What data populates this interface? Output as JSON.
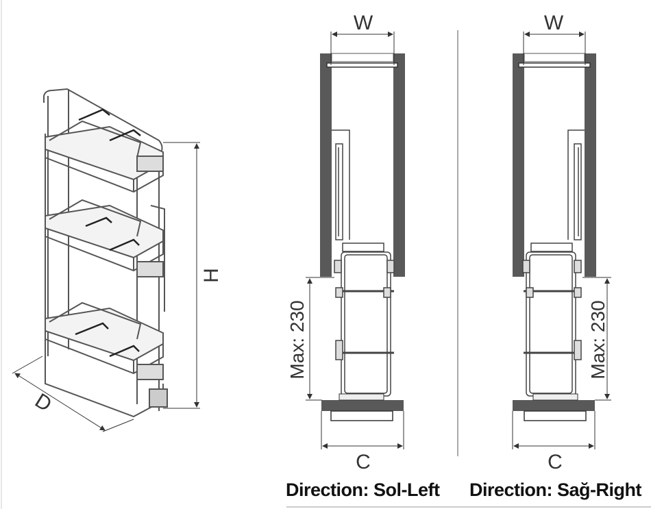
{
  "labels": {
    "width": "W",
    "height": "H",
    "depth": "D",
    "clearance": "C",
    "max_extension": "Max: 230"
  },
  "directions": {
    "left": "Direction: Sol-Left",
    "right": "Direction: Sağ-Right"
  },
  "colors": {
    "cabinet_wall": "#595959",
    "line": "#333333",
    "background": "#ffffff"
  }
}
